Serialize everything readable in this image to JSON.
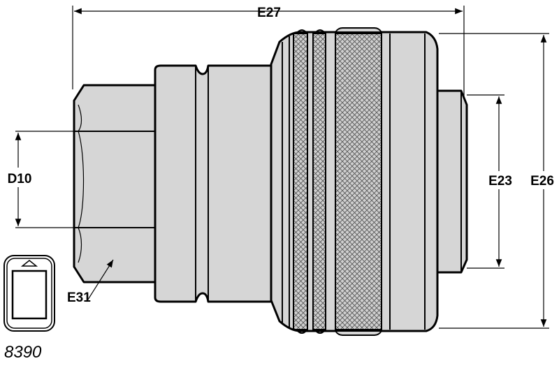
{
  "dimensions": {
    "e27": "E27",
    "d10": "D10",
    "e23": "E23",
    "e26": "E26",
    "e31": "E31"
  },
  "product_code": "8390",
  "colors": {
    "body_fill": "#d6d6d6",
    "outline": "#000000",
    "background": "#ffffff"
  },
  "icons": {
    "symbol": "flat-face-coupling-symbol-icon"
  }
}
